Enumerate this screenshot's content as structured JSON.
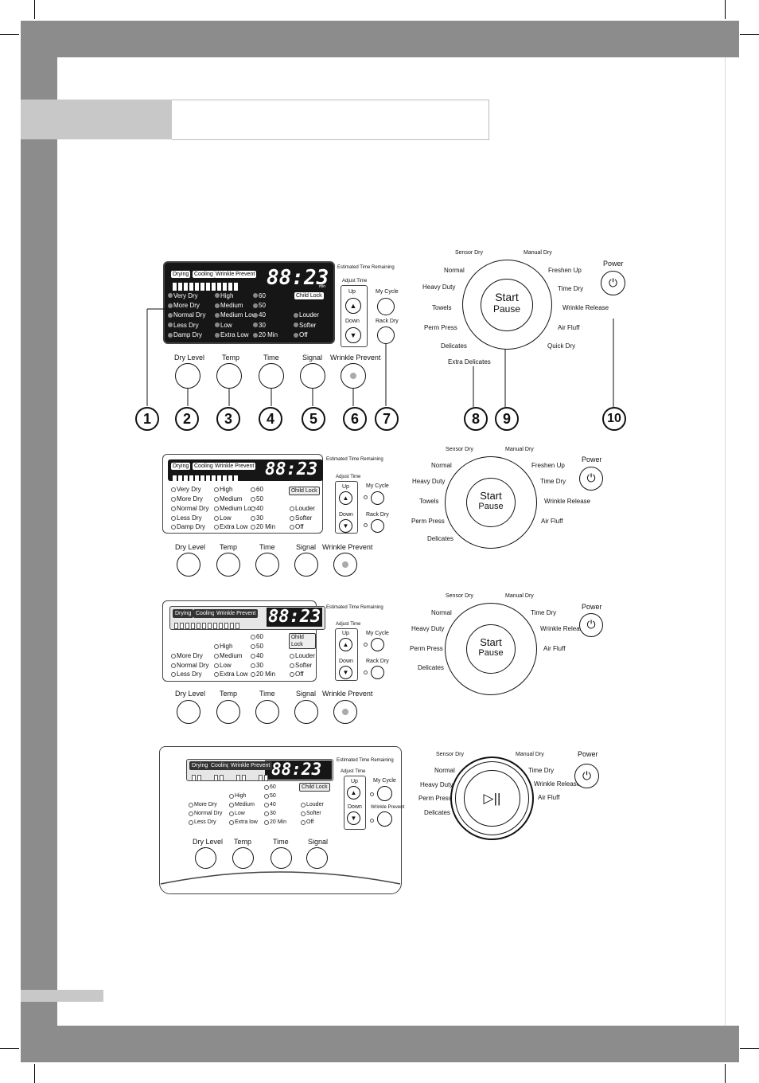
{
  "panel1": {
    "tabs": [
      "Drying",
      "Cooling",
      "Wrinkle Prevent"
    ],
    "display": "88:23",
    "min_unit": "min",
    "etr": "Estimated Time Remaining",
    "adjust_time": "Adjust Time",
    "up": "Up",
    "down": "Down",
    "my_cycle": "My Cycle",
    "rack_dry": "Rack Dry",
    "child_lock": "Child Lock",
    "col1": [
      "Very Dry",
      "More Dry",
      "Normal Dry",
      "Less Dry",
      "Damp Dry"
    ],
    "col2": [
      "High",
      "Medium",
      "Medium Low",
      "Low",
      "Extra Low"
    ],
    "col3": [
      "60",
      "50",
      "40",
      "30",
      "20 Min"
    ],
    "col4": [
      "Louder",
      "Softer",
      "Off"
    ],
    "buttons": [
      "Dry Level",
      "Temp",
      "Time",
      "Signal",
      "Wrinkle Prevent"
    ],
    "callouts": [
      "1",
      "2",
      "3",
      "4",
      "5",
      "6",
      "7",
      "8",
      "9",
      "10"
    ],
    "dial": {
      "sensor_dry": "Sensor Dry",
      "manual_dry": "Manual Dry",
      "left": [
        "Normal",
        "Heavy Duty",
        "Towels",
        "Perm Press",
        "Delicates",
        "Extra Delicates"
      ],
      "right": [
        "Freshen Up",
        "Time Dry",
        "Wrinkle Release",
        "Air Fluff",
        "Quick Dry"
      ],
      "start": "Start",
      "pause": "Pause",
      "power": "Power"
    }
  },
  "panel2": {
    "tabs": [
      "Drying",
      "Cooling",
      "Wrinkle Prevent"
    ],
    "display": "88:23",
    "etr": "Estimated Time Remaining",
    "adjust_time": "Adjust Time",
    "up": "Up",
    "down": "Down",
    "my_cycle": "My Cycle",
    "rack_dry": "Rack Dry",
    "child_lock": "Child Lock",
    "col1": [
      "Very Dry",
      "More Dry",
      "Normal Dry",
      "Less Dry",
      "Damp Dry"
    ],
    "col2": [
      "High",
      "Medium",
      "Medium Low",
      "Low",
      "Extra Low"
    ],
    "col3": [
      "60",
      "50",
      "40",
      "30",
      "20 Min"
    ],
    "col4": [
      "Louder",
      "Softer",
      "Off"
    ],
    "buttons": [
      "Dry Level",
      "Temp",
      "Time",
      "Signal",
      "Wrinkle Prevent"
    ],
    "dial": {
      "sensor_dry": "Sensor Dry",
      "manual_dry": "Manual Dry",
      "left": [
        "Normal",
        "Heavy Duty",
        "Towels",
        "Perm Press",
        "Delicates"
      ],
      "right": [
        "Freshen Up",
        "Time Dry",
        "Wrinkle Release",
        "Air Fluff"
      ],
      "start": "Start",
      "pause": "Pause",
      "power": "Power"
    }
  },
  "panel3": {
    "tabs": [
      "Drying",
      "Cooling",
      "Wrinkle Prevent"
    ],
    "display": "88:23",
    "etr": "Estimated Time Remaining",
    "adjust_time": "Adjust Time",
    "up": "Up",
    "down": "Down",
    "my_cycle": "My Cycle",
    "rack_dry": "Rack Dry",
    "child_lock": "Child Lock",
    "col1": [
      "More Dry",
      "Normal Dry",
      "Less Dry"
    ],
    "col2": [
      "High",
      "Medium",
      "Low",
      "Extra Low"
    ],
    "col3": [
      "60",
      "50",
      "40",
      "30",
      "20 Min"
    ],
    "col4": [
      "Louder",
      "Softer",
      "Off"
    ],
    "buttons": [
      "Dry Level",
      "Temp",
      "Time",
      "Signal",
      "Wrinkle Prevent"
    ],
    "dial": {
      "sensor_dry": "Sensor Dry",
      "manual_dry": "Manual Dry",
      "left": [
        "Normal",
        "Heavy Duty",
        "Perm Press",
        "Delicates"
      ],
      "right": [
        "Time Dry",
        "Wrinkle Release",
        "Air Fluff"
      ],
      "start": "Start",
      "pause": "Pause",
      "power": "Power"
    }
  },
  "panel4": {
    "tabs": [
      "Drying",
      "Cooling",
      "Wrinkle Prevent"
    ],
    "display": "88:23",
    "etr": "Estimated Time Remaining",
    "adjust_time": "Adjust Time",
    "up": "Up",
    "down": "Down",
    "my_cycle": "My Cycle",
    "wrinkle_prevent": "Wrinkle Prevent",
    "child_lock": "Child Lock",
    "col1": [
      "More Dry",
      "Normal Dry",
      "Less Dry"
    ],
    "col2": [
      "High",
      "Medium",
      "Low",
      "Extra low"
    ],
    "col3": [
      "60",
      "50",
      "40",
      "30",
      "20 Min"
    ],
    "col4": [
      "Louder",
      "Softer",
      "Off"
    ],
    "buttons": [
      "Dry Level",
      "Temp",
      "Time",
      "Signal"
    ],
    "dial": {
      "sensor_dry": "Sensor Dry",
      "manual_dry": "Manual Dry",
      "left": [
        "Normal",
        "Heavy Duty",
        "Perm Press",
        "Delicates"
      ],
      "right": [
        "Time Dry",
        "Wrinkle Release",
        "Air Fluff"
      ],
      "play_pause": "▷||",
      "power": "Power"
    }
  }
}
